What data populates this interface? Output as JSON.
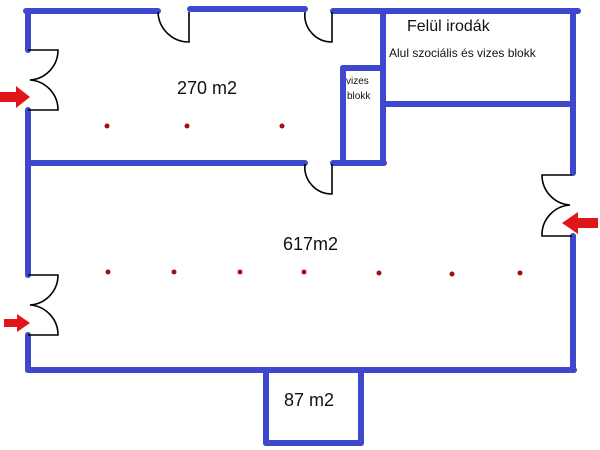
{
  "colors": {
    "wall": "#3f48cc",
    "door": "#000000",
    "arrow": "#e0161b",
    "column": "#a01010"
  },
  "rooms": {
    "upper_hall": {
      "area": "270 m2"
    },
    "main_hall": {
      "area": "617m2"
    },
    "annex": {
      "area": "87 m2"
    },
    "washroom": {
      "label_line1": "vizes",
      "label_line2": "blokk"
    },
    "offices": {
      "title": "Felül irodák",
      "subtitle": "Alul szociális és vizes blokk"
    }
  },
  "entrances": [
    "arrow-right",
    "arrow-right",
    "arrow-left"
  ]
}
